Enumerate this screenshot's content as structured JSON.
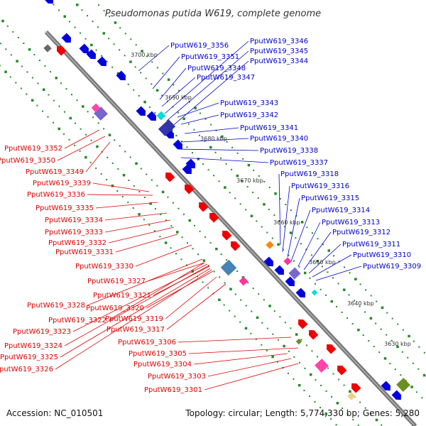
{
  "title": "Pseudomonas putida W619, complete genome",
  "accession": "Accession: NC_010501",
  "topology": "Topology: circular; Length: 5,774,330 bp; Genes: 5,280",
  "colors": {
    "backbone": "#7f7f7f",
    "forward_gene": "#0000dd",
    "reverse_gene": "#ee0000",
    "forward_label": "#0000cc",
    "reverse_label": "#dd0000",
    "ticks": "#228b22"
  },
  "kbp_marks": [
    "3700 kbp",
    "3690 kbp",
    "3680 kbp",
    "3670 kbp",
    "3660 kbp",
    "3650 kbp",
    "3640 kbp",
    "3630 kbp"
  ],
  "forward_labels": [
    "PputW619_3356",
    "PputW619_3351",
    "PputW619_3348",
    "PputW619_3347",
    "PputW619_3346",
    "PputW619_3345",
    "PputW619_3344",
    "PputW619_3343",
    "PputW619_3342",
    "PputW619_3341",
    "PputW619_3340",
    "PputW619_3338",
    "PputW619_3337",
    "PputW619_3318",
    "PputW619_3316",
    "PputW619_3315",
    "PputW619_3314",
    "PputW619_3313",
    "PputW619_3312",
    "PputW619_3311",
    "PputW619_3310",
    "PputW619_3309"
  ],
  "reverse_labels": [
    "PputW619_3352",
    "PputW619_3350",
    "PputW619_3349",
    "PputW619_3339",
    "PputW619_3336",
    "PputW619_3335",
    "PputW619_3334",
    "PputW619_3333",
    "PputW619_3332",
    "PputW619_3331",
    "PputW619_3330",
    "PputW619_3327",
    "PputW619_3321",
    "PputW619_3328",
    "PputW619_3320",
    "PputW619_3322",
    "PputW619_3319",
    "PputW619_3323",
    "PputW619_3317",
    "PputW619_3324",
    "PputW619_3306",
    "PputW619_3325",
    "PputW619_3305",
    "PputW619_3326",
    "PputW619_3304",
    "PputW619_3303",
    "PputW619_3301"
  ]
}
